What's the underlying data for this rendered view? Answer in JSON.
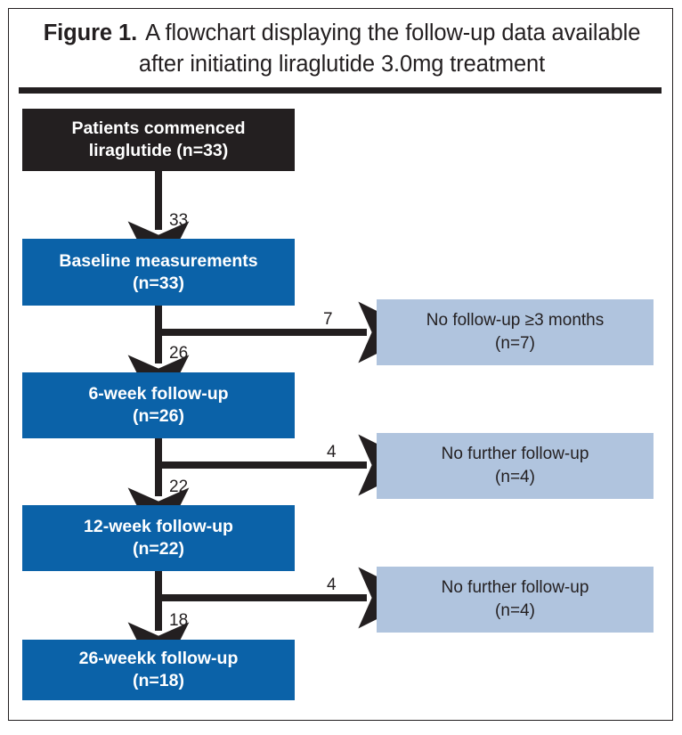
{
  "figure": {
    "number_label": "Figure 1.",
    "caption_line1": "A flowchart displaying the follow-up data available",
    "caption_line2": "after initiating liraglutide 3.0mg treatment",
    "colors": {
      "dark_node": "#231f20",
      "primary_node": "#0b62a8",
      "side_node": "#b0c4de",
      "text_on_node": "#ffffff",
      "ink": "#231f20",
      "page": "#ffffff"
    }
  },
  "chart_data": {
    "type": "diagram",
    "diagram_kind": "flowchart",
    "title": "A flowchart displaying the follow-up data available after initiating liraglutide 3.0mg treatment",
    "nodes": [
      {
        "id": "commenced",
        "style": "dark",
        "line1": "Patients commenced",
        "line2": "liraglutide (n=33)",
        "n": 33
      },
      {
        "id": "baseline",
        "style": "primary",
        "line1": "Baseline measurements",
        "line2": "(n=33)",
        "n": 33
      },
      {
        "id": "week6",
        "style": "primary",
        "line1": "6-week follow-up",
        "line2": "(n=26)",
        "n": 26
      },
      {
        "id": "week12",
        "style": "primary",
        "line1": "12-week follow-up",
        "line2": "(n=22)",
        "n": 22
      },
      {
        "id": "week26",
        "style": "primary",
        "line1": "26-weekk follow-up",
        "line2": "(n=18)",
        "n": 18
      },
      {
        "id": "dropout1",
        "style": "side",
        "line1": "No follow-up ≥3 months",
        "line2": "(n=7)",
        "n": 7
      },
      {
        "id": "dropout2",
        "style": "side",
        "line1": "No further follow-up",
        "line2": "(n=4)",
        "n": 4
      },
      {
        "id": "dropout3",
        "style": "side",
        "line1": "No further follow-up",
        "line2": "(n=4)",
        "n": 4
      }
    ],
    "edges": [
      {
        "from": "commenced",
        "to": "baseline",
        "label": "33",
        "direction": "down"
      },
      {
        "from": "baseline",
        "to": "week6",
        "label": "26",
        "direction": "down"
      },
      {
        "from": "baseline",
        "to": "dropout1",
        "label": "7",
        "direction": "right"
      },
      {
        "from": "week6",
        "to": "week12",
        "label": "22",
        "direction": "down"
      },
      {
        "from": "week6",
        "to": "dropout2",
        "label": "4",
        "direction": "right"
      },
      {
        "from": "week12",
        "to": "week26",
        "label": "18",
        "direction": "down"
      },
      {
        "from": "week12",
        "to": "dropout3",
        "label": "4",
        "direction": "right"
      }
    ]
  }
}
